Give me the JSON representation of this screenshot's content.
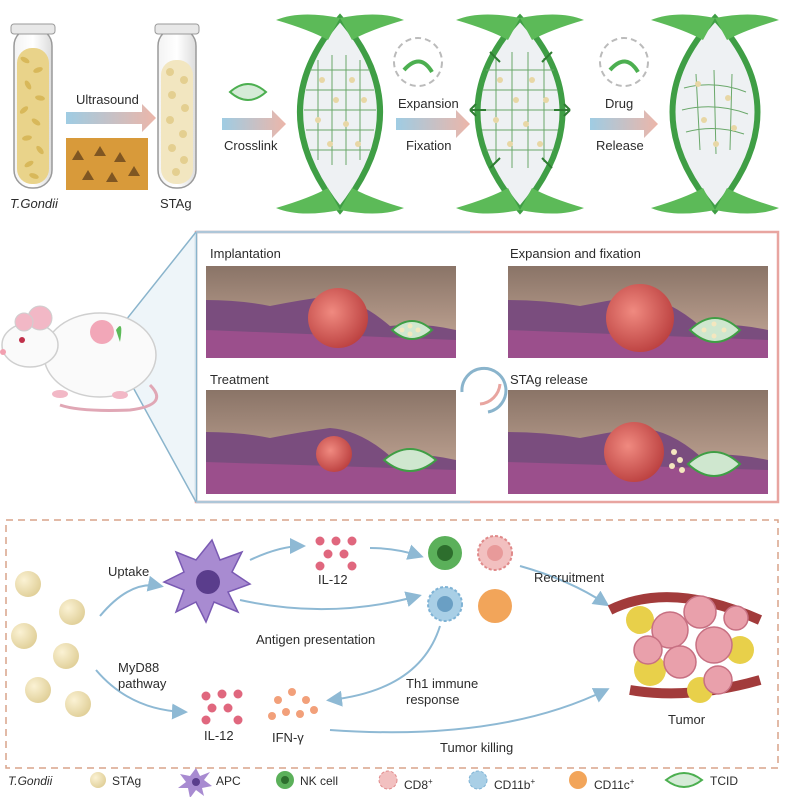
{
  "top": {
    "tube1_label": "T.Gondii",
    "ultrasound_label": "Ultrasound",
    "tube2_label": "STAg",
    "crosslink_label": "Crosslink",
    "expansion_label": "Expansion",
    "fixation_label": "Fixation",
    "drug_label": "Drug",
    "release_label": "Release"
  },
  "middle": {
    "implantation": "Implantation",
    "expansion_fixation": "Expansion and fixation",
    "treatment": "Treatment",
    "stag_release": "STAg release"
  },
  "bottom": {
    "uptake": "Uptake",
    "il12_top": "IL-12",
    "recruitment": "Recruitment",
    "antigen_presentation": "Antigen presentation",
    "myd88": "MyD88",
    "pathway": "pathway",
    "th1_line1": "Th1 immune",
    "th1_line2": "response",
    "il12_bottom": "IL-12",
    "ifn": "IFN-γ",
    "tumor_killing": "Tumor killing",
    "tumor": "Tumor"
  },
  "legend": {
    "tgondii": "T.Gondii",
    "stag": "STAg",
    "apc": "APC",
    "nk": "NK cell",
    "cd8_text": "CD8",
    "cd8_sup": "+",
    "cd11b_text": "CD11b",
    "cd11b_sup": "+",
    "cd11c_text": "CD11c",
    "cd11c_sup": "+",
    "tcid": "TCID"
  },
  "colors": {
    "leaf_green": "#4caf50",
    "frame_blue": "#8ab4cc",
    "frame_red": "#e8a5a0",
    "dash_frame": "#d9a48a",
    "stag_bead": "#efe0b2",
    "apc_purple": "#8b6bbf",
    "nk_green": "#5bb05a",
    "cd8_pink": "#e89a9a",
    "cd11b_blue": "#7fb3d5",
    "cd11c_orange": "#f2a55a",
    "il12_red": "#d9546a"
  }
}
